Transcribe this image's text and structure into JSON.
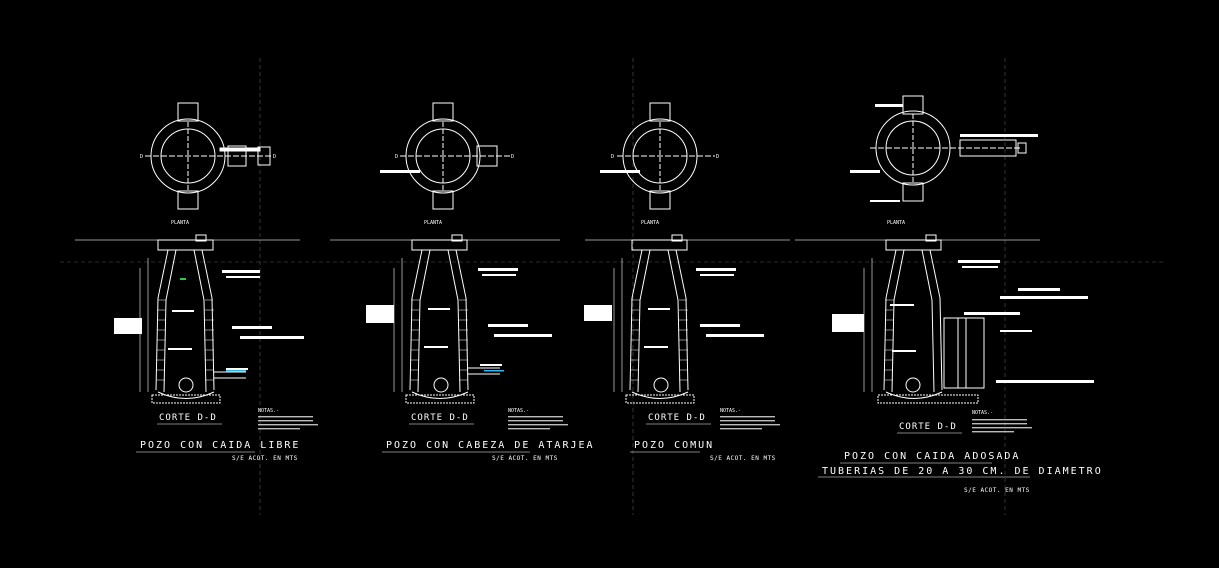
{
  "colors": {
    "background": "#000000",
    "linework": "#ffffff",
    "guide_lines": "#555555",
    "ground_line": "#cccccc",
    "accent_green": "#2ecc40",
    "accent_cyan": "#29b6f6"
  },
  "details": [
    {
      "plan_label": "PLANTA",
      "section_label": "CORTE D-D",
      "notes_heading": "NOTAS.-",
      "title": "POZO CON CAIDA LIBRE",
      "scale_note": "S/E     ACOT. EN MTS",
      "section_marker": "D"
    },
    {
      "plan_label": "PLANTA",
      "section_label": "CORTE D-D",
      "notes_heading": "NOTAS.-",
      "title": "POZO CON CABEZA DE ATARJEA",
      "scale_note": "S/E     ACOT. EN MTS",
      "section_marker": "D"
    },
    {
      "plan_label": "PLANTA",
      "section_label": "CORTE D-D",
      "notes_heading": "NOTAS.-",
      "title": "POZO COMUN",
      "scale_note": "S/E     ACOT. EN MTS",
      "section_marker": "D"
    },
    {
      "plan_label": "PLANTA",
      "section_label": "CORTE D-D",
      "notes_heading": "NOTAS.-",
      "title": "POZO CON CAIDA ADOSADA",
      "subtitle": "TUBERIAS DE 20 A 30 CM. DE DIAMETRO",
      "scale_note": "S/E     ACOT. EN MTS"
    }
  ]
}
